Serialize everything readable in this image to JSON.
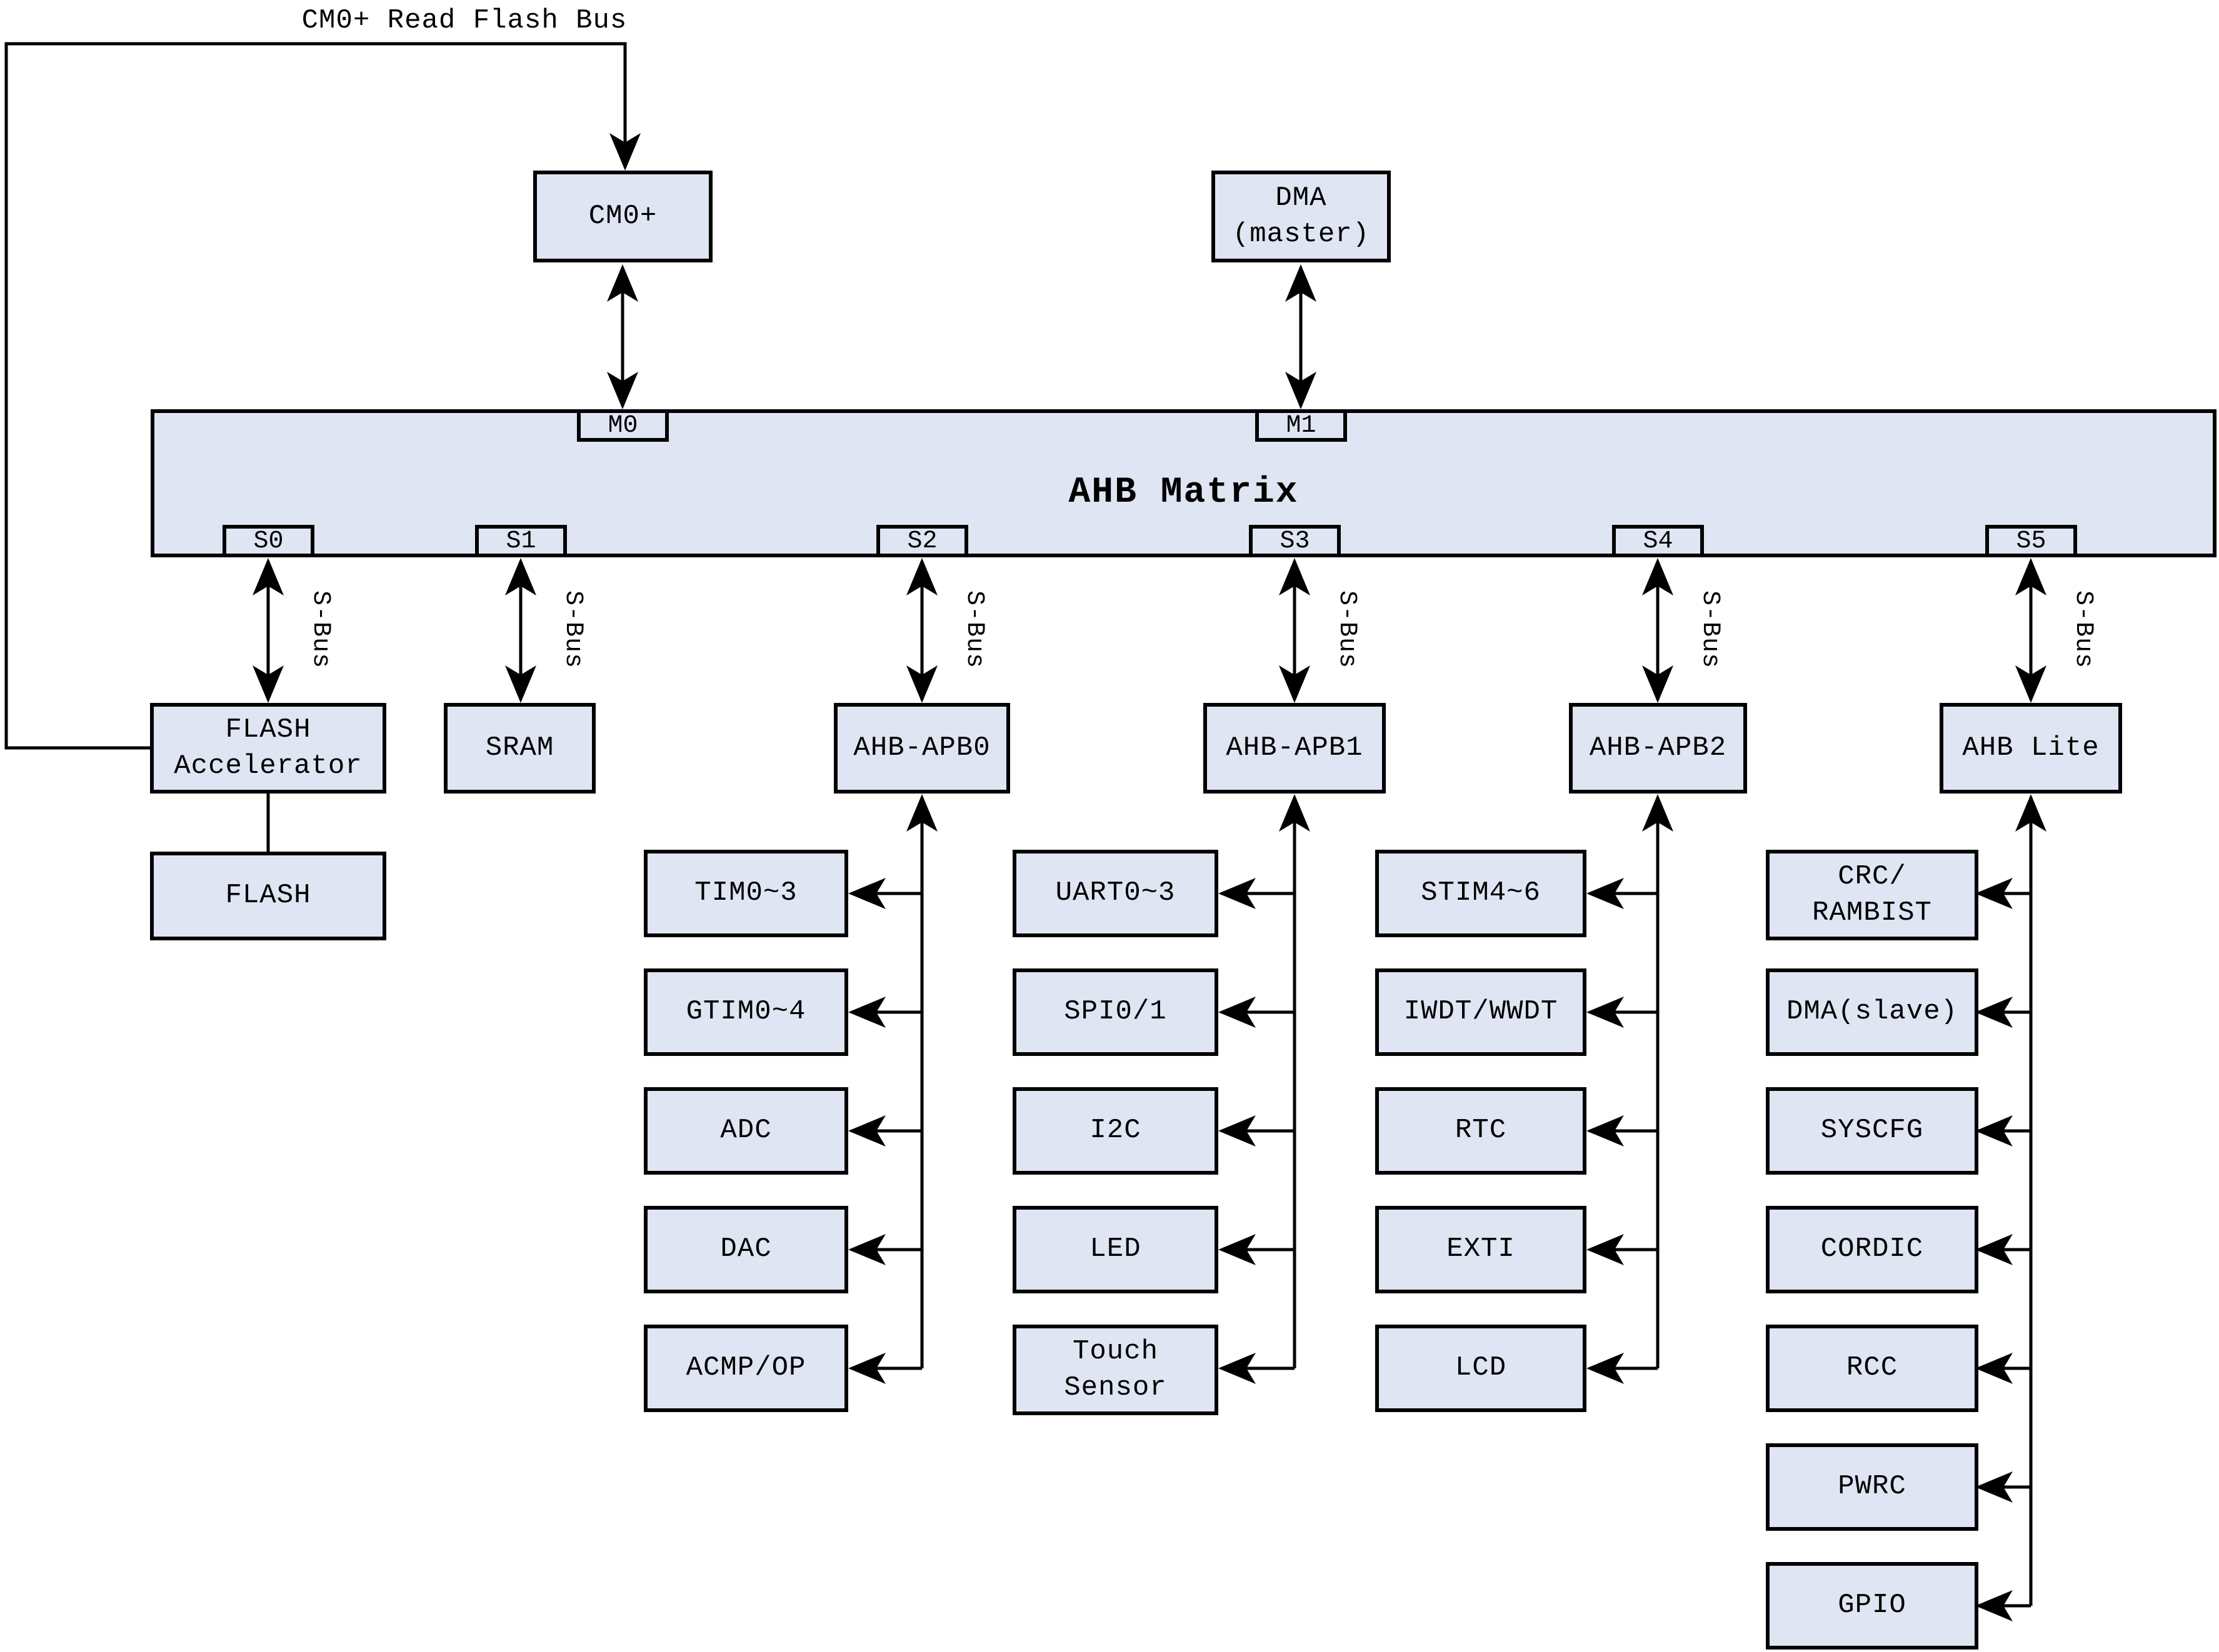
{
  "colors": {
    "box_fill": "#dfe5f2",
    "line": "#000000",
    "background": "#ffffff"
  },
  "top_bus_label": "CM0+ Read Flash Bus",
  "masters": {
    "cm0": "CM0+",
    "dma": "DMA\n(master)"
  },
  "matrix": {
    "title": "AHB Matrix",
    "master_ports": [
      "M0",
      "M1"
    ],
    "slave_ports": [
      "S0",
      "S1",
      "S2",
      "S3",
      "S4",
      "S5"
    ]
  },
  "sbus_label": "S-Bus",
  "memory": {
    "flash_accelerator": "FLASH\nAccelerator",
    "flash": "FLASH",
    "sram": "SRAM"
  },
  "peripheral_columns": [
    {
      "bridge": "AHB-APB0",
      "items": [
        "TIM0~3",
        "GTIM0~4",
        "ADC",
        "DAC",
        "ACMP/OP"
      ]
    },
    {
      "bridge": "AHB-APB1",
      "items": [
        "UART0~3",
        "SPI0/1",
        "I2C",
        "LED",
        "Touch\nSensor"
      ]
    },
    {
      "bridge": "AHB-APB2",
      "items": [
        "STIM4~6",
        "IWDT/WWDT",
        "RTC",
        "EXTI",
        "LCD"
      ]
    },
    {
      "bridge": "AHB Lite",
      "items": [
        "CRC/\nRAMBIST",
        "DMA(slave)",
        "SYSCFG",
        "CORDIC",
        "RCC",
        "PWRC",
        "GPIO"
      ]
    }
  ]
}
